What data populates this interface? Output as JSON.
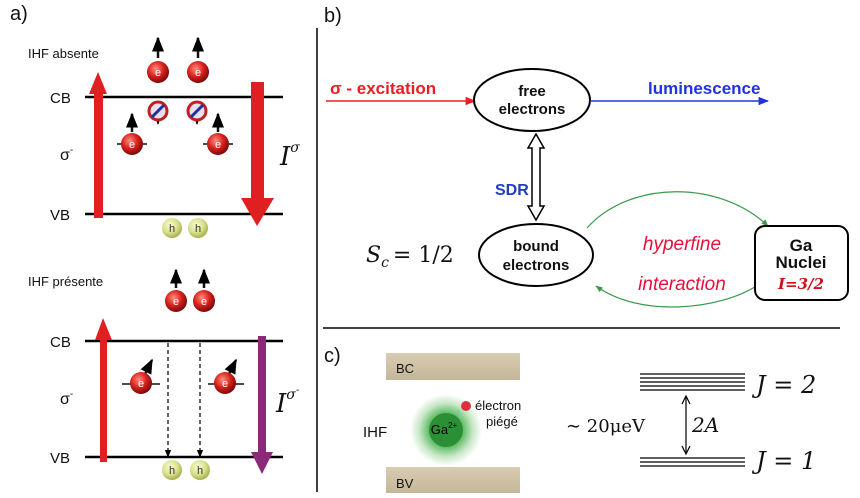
{
  "panels": {
    "a": {
      "label": "a)",
      "top": {
        "title": "IHF absente",
        "cb": "CB",
        "vb": "VB",
        "sigma": "σ",
        "sigma_sup": "-",
        "i_label": "I",
        "i_sup": "σ",
        "electron_letter": "e",
        "hole_letter": "h"
      },
      "bottom": {
        "title": "IHF présente",
        "cb": "CB",
        "vb": "VB",
        "sigma": "σ",
        "sigma_sup": "-",
        "i_label": "I",
        "i_sup": "σ",
        "i_supsup": "-",
        "electron_letter": "e",
        "hole_letter": "h"
      }
    },
    "b": {
      "label": "b)",
      "excitation": "σ - excitation",
      "free_line1": "free",
      "free_line2": "electrons",
      "luminescence": "luminescence",
      "sdr": "SDR",
      "bound_line1": "bound",
      "bound_line2": "electrons",
      "sc_label": "S",
      "sc_sub": "c",
      "sc_value": "= 1/2",
      "hyperfine_line1": "hyperfine",
      "hyperfine_line2": "interaction",
      "nuclei_line1": "Ga",
      "nuclei_line2": "Nuclei",
      "nuclei_spin": "I=3/2"
    },
    "c": {
      "label": "c)",
      "bc": "BC",
      "bv": "BV",
      "ihf": "IHF",
      "ga_ion": "Ga",
      "ga_charge": "2+",
      "trapped_line1": "électron",
      "trapped_line2": "piégé",
      "energy_gap": "∼ 20μeV",
      "splitting": "2A",
      "j2": "J = 2",
      "j1": "J = 1"
    }
  },
  "colors": {
    "red_arrow": "#e02020",
    "purple_arrow": "#8a2a78",
    "sigma_red": "#ee1c24",
    "luminescence_blue": "#2233dd",
    "sdr_blue": "#1f3fbf",
    "hyperfine_red": "#e8103a",
    "hyperfine_green": "#3a9a4a",
    "nuclei_spin_red": "#d0101a"
  }
}
